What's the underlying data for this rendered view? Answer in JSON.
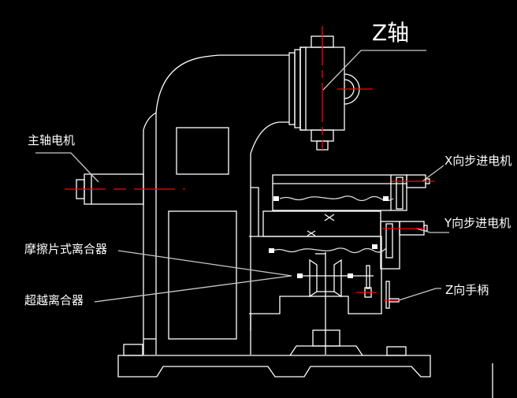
{
  "drawing": {
    "subject": "milling machine schematic",
    "background_color": "#000000",
    "line_color": "#ffffff",
    "centerline_color": "#ff0000",
    "leader_color": "#c8c8c8"
  },
  "labels": {
    "z_axis": "Z轴",
    "spindle_motor": "主轴电机",
    "x_stepper": "X向步进电机",
    "y_stepper": "Y向步进电机",
    "friction_clutch": "摩擦片式离合器",
    "overrunning_clutch": "超越离合器",
    "z_handle": "Z向手柄"
  }
}
